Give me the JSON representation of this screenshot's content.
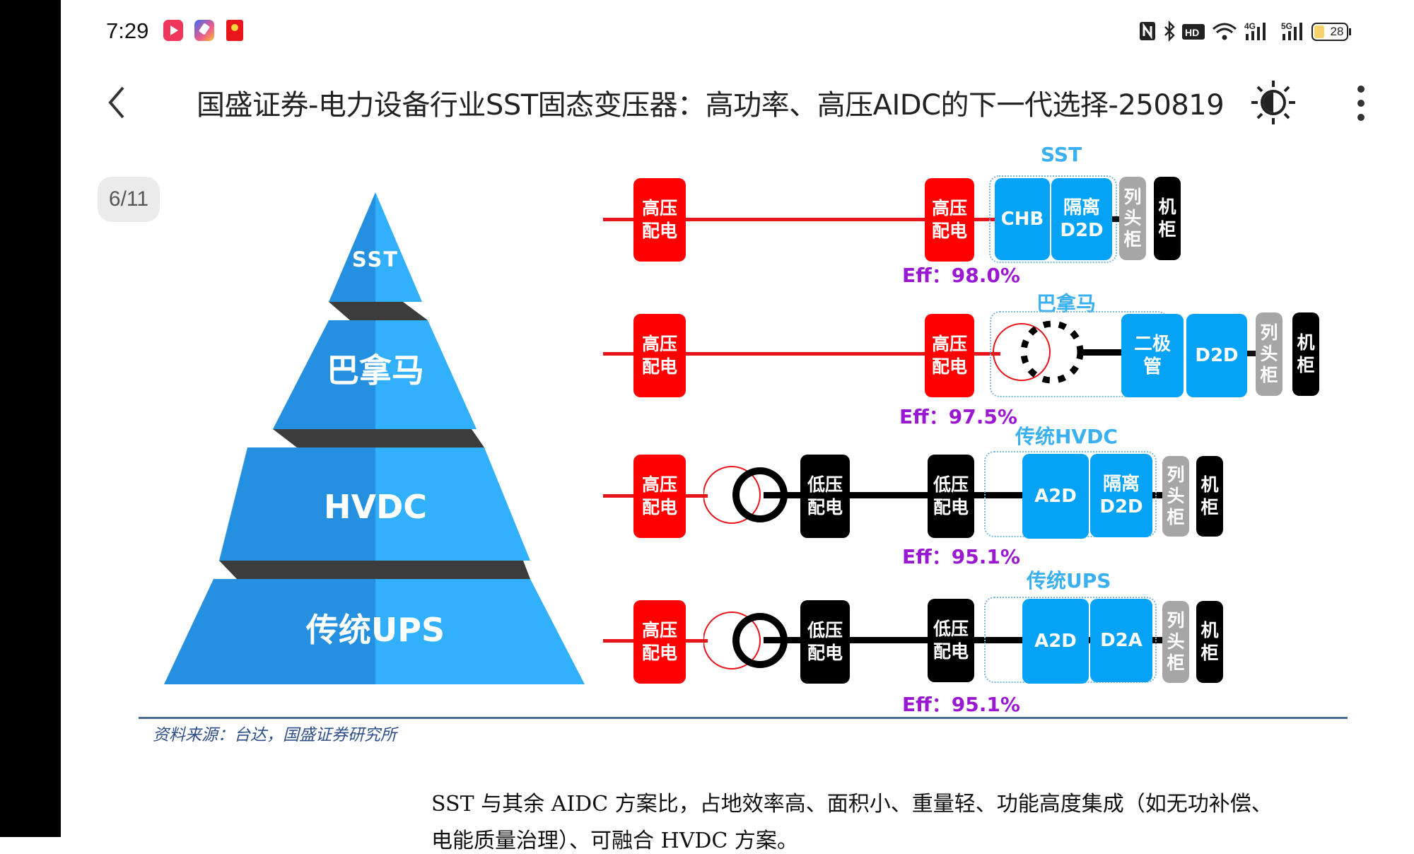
{
  "status_bar": {
    "time": "7:29",
    "app_icons": [
      "video-app-icon",
      "paint-app-icon",
      "red-packet-app-icon"
    ],
    "indicators": [
      "nfc-icon",
      "bluetooth-icon",
      "hd-voice-icon",
      "wifi-icon",
      "4g-signal-icon",
      "5g-signal-icon"
    ],
    "signal_labels": {
      "lte": "4G",
      "nr": "5G",
      "hd": "HD"
    },
    "battery_level": "28"
  },
  "header": {
    "back_icon": "chevron-left-icon",
    "title": "国盛证券-电力设备行业SST固态变压器：高功率、高压AIDC的下一代选择-250819",
    "brightness_icon": "brightness-icon",
    "menu_icon": "more-vertical-icon"
  },
  "page_indicator": "6/11",
  "figure": {
    "pyramid": {
      "levels": [
        "SST",
        "巴拿马",
        "HVDC",
        "传统UPS"
      ]
    },
    "rows": [
      {
        "title": "SST",
        "efficiency": "Eff：98.0%",
        "blocks": [
          "高压\n配电",
          "高压\n配电",
          "CHB",
          "隔离\nD2D",
          "列\n头\n柜",
          "机\n柜"
        ]
      },
      {
        "title": "巴拿马",
        "efficiency": "Eff：97.5%",
        "blocks": [
          "高压\n配电",
          "高压\n配电",
          "二极\n管",
          "D2D",
          "列\n头\n柜",
          "机\n柜"
        ]
      },
      {
        "title": "传统HVDC",
        "efficiency": "Eff：95.1%",
        "blocks": [
          "高压\n配电",
          "低压\n配电",
          "低压\n配电",
          "A2D",
          "隔离\nD2D",
          "列\n头\n柜",
          "机\n柜"
        ]
      },
      {
        "title": "传统UPS",
        "efficiency": "Eff：95.1%",
        "blocks": [
          "高压\n配电",
          "低压\n配电",
          "低压\n配电",
          "A2D",
          "D2A",
          "列\n头\n柜",
          "机\n柜"
        ]
      }
    ],
    "source": "资料来源：台达，国盛证券研究所"
  },
  "body": {
    "line1": "SST 与其余 AIDC 方案比，占地效率高、面积小、重量轻、功能高度集成（如无功补偿、",
    "line2": "电能质量治理）、可融合 HVDC 方案。"
  },
  "colors": {
    "accent_blue": "#05a2f5",
    "pyramid_light": "#33b0fb",
    "pyramid_dark": "#2590e0",
    "red": "#ff0000",
    "efficiency": "#9a18d1"
  }
}
